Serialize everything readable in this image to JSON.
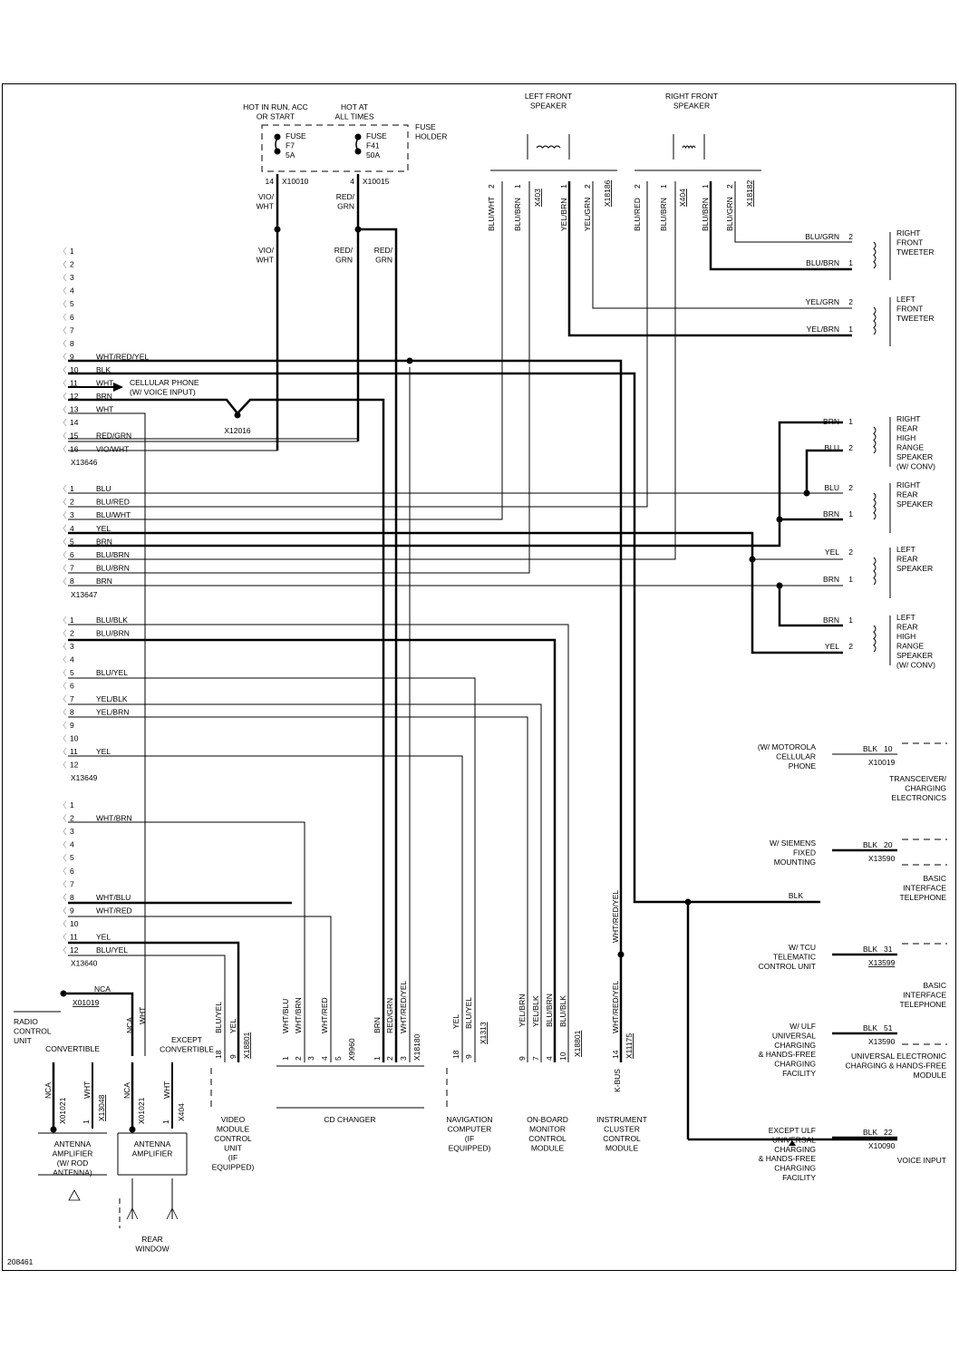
{
  "figure_id": "208461",
  "fuse_holder": {
    "label": [
      "FUSE",
      "HOLDER"
    ],
    "fuses": [
      {
        "heading": [
          "HOT IN RUN, ACC",
          "OR START"
        ],
        "name": [
          "FUSE",
          "F7",
          "5A"
        ],
        "pin": "14",
        "connector": "X10010",
        "wire": [
          "VIO/",
          "WHT"
        ]
      },
      {
        "heading": [
          "HOT AT",
          "ALL TIMES"
        ],
        "name": [
          "FUSE",
          "F41",
          "50A"
        ],
        "pin": "4",
        "connector": "X10015",
        "wire": [
          "RED/",
          "GRN"
        ]
      }
    ],
    "branch_labels": [
      [
        "VIO/",
        "WHT"
      ],
      [
        "RED/",
        "GRN"
      ],
      [
        "RED/",
        "GRN"
      ]
    ]
  },
  "speakers_front": [
    {
      "title": [
        "LEFT FRONT",
        "SPEAKER"
      ],
      "pins": [
        {
          "wire": "BLU/WHT",
          "pin": "2"
        },
        {
          "wire": "BLU/BRN",
          "pin": "1"
        },
        {
          "connector": "X403"
        },
        {
          "wire": "YEL/BRN",
          "pin": "1"
        },
        {
          "wire": "YEL/GRN",
          "pin": "2"
        },
        {
          "connector": "X18186"
        }
      ]
    },
    {
      "title": [
        "RIGHT FRONT",
        "SPEAKER"
      ],
      "pins": [
        {
          "wire": "BLU/RED",
          "pin": "2"
        },
        {
          "wire": "BLU/BRN",
          "pin": "1"
        },
        {
          "connector": "X404"
        },
        {
          "wire": "BLU/BRN",
          "pin": "1"
        },
        {
          "wire": "BLU/GRN",
          "pin": "2"
        },
        {
          "connector": "X18182"
        }
      ]
    }
  ],
  "tweeters": [
    {
      "title": [
        "RIGHT",
        "FRONT",
        "TWEETER"
      ],
      "pins": [
        {
          "wire": "BLU/GRN",
          "pin": "2"
        },
        {
          "wire": "BLU/BRN",
          "pin": "1"
        }
      ]
    },
    {
      "title": [
        "LEFT",
        "FRONT",
        "TWEETER"
      ],
      "pins": [
        {
          "wire": "YEL/GRN",
          "pin": "2"
        },
        {
          "wire": "YEL/BRN",
          "pin": "1"
        }
      ]
    }
  ],
  "rear_speakers": [
    {
      "title": [
        "RIGHT",
        "REAR",
        "HIGH",
        "RANGE",
        "SPEAKER",
        "(W/ CONV)"
      ],
      "pins": [
        {
          "wire": "BRN",
          "pin": "1"
        },
        {
          "wire": "BLU",
          "pin": "2"
        }
      ]
    },
    {
      "title": [
        "RIGHT",
        "REAR",
        "SPEAKER"
      ],
      "pins": [
        {
          "wire": "BLU",
          "pin": "2"
        },
        {
          "wire": "BRN",
          "pin": "1"
        }
      ]
    },
    {
      "title": [
        "LEFT",
        "REAR",
        "SPEAKER"
      ],
      "pins": [
        {
          "wire": "YEL",
          "pin": "2"
        },
        {
          "wire": "BRN",
          "pin": "1"
        }
      ]
    },
    {
      "title": [
        "LEFT",
        "REAR",
        "HIGH",
        "RANGE",
        "SPEAKER",
        "(W/ CONV)"
      ],
      "pins": [
        {
          "wire": "BRN",
          "pin": "1"
        },
        {
          "wire": "YEL",
          "pin": "2"
        }
      ]
    }
  ],
  "connectors": [
    {
      "id": "X13646",
      "pins": [
        {
          "n": "1",
          "w": ""
        },
        {
          "n": "2",
          "w": ""
        },
        {
          "n": "3",
          "w": ""
        },
        {
          "n": "4",
          "w": ""
        },
        {
          "n": "5",
          "w": ""
        },
        {
          "n": "6",
          "w": ""
        },
        {
          "n": "7",
          "w": ""
        },
        {
          "n": "8",
          "w": ""
        },
        {
          "n": "9",
          "w": "WHT/RED/YEL"
        },
        {
          "n": "10",
          "w": "BLK"
        },
        {
          "n": "11",
          "w": "WHT"
        },
        {
          "n": "12",
          "w": "BRN"
        },
        {
          "n": "13",
          "w": "WHT"
        },
        {
          "n": "14",
          "w": ""
        },
        {
          "n": "15",
          "w": "RED/GRN"
        },
        {
          "n": "16",
          "w": "VIO/WHT"
        }
      ]
    },
    {
      "id": "X13647",
      "pins": [
        {
          "n": "1",
          "w": "BLU"
        },
        {
          "n": "2",
          "w": "BLU/RED"
        },
        {
          "n": "3",
          "w": "BLU/WHT"
        },
        {
          "n": "4",
          "w": "YEL"
        },
        {
          "n": "5",
          "w": "BRN"
        },
        {
          "n": "6",
          "w": "BLU/BRN"
        },
        {
          "n": "7",
          "w": "BLU/BRN"
        },
        {
          "n": "8",
          "w": "BRN"
        }
      ]
    },
    {
      "id": "X13649",
      "pins": [
        {
          "n": "1",
          "w": "BLU/BLK"
        },
        {
          "n": "2",
          "w": "BLU/BRN"
        },
        {
          "n": "3",
          "w": ""
        },
        {
          "n": "4",
          "w": ""
        },
        {
          "n": "5",
          "w": "BLU/YEL"
        },
        {
          "n": "6",
          "w": ""
        },
        {
          "n": "7",
          "w": "YEL/BLK"
        },
        {
          "n": "8",
          "w": "YEL/BRN"
        },
        {
          "n": "9",
          "w": ""
        },
        {
          "n": "10",
          "w": ""
        },
        {
          "n": "11",
          "w": "YEL"
        },
        {
          "n": "12",
          "w": ""
        }
      ]
    },
    {
      "id": "X13640",
      "pins": [
        {
          "n": "1",
          "w": ""
        },
        {
          "n": "2",
          "w": "WHT/BRN"
        },
        {
          "n": "3",
          "w": ""
        },
        {
          "n": "4",
          "w": ""
        },
        {
          "n": "5",
          "w": ""
        },
        {
          "n": "6",
          "w": ""
        },
        {
          "n": "7",
          "w": ""
        },
        {
          "n": "8",
          "w": "WHT/BLU"
        },
        {
          "n": "9",
          "w": "WHT/RED"
        },
        {
          "n": "10",
          "w": ""
        },
        {
          "n": "11",
          "w": "YEL"
        },
        {
          "n": "12",
          "w": "BLU/YEL"
        }
      ]
    }
  ],
  "cellular_note": [
    "CELLULAR PHONE",
    "(W/ VOICE INPUT)"
  ],
  "splice": "X12016",
  "radio": {
    "label": [
      "RADIO",
      "CONTROL",
      "UNIT"
    ],
    "nca_label": "NCA",
    "connector": "X01019",
    "convertible": "CONVERTIBLE",
    "except_convertible": [
      "EXCEPT",
      "CONVERTIBLE"
    ],
    "wht_label": "WHT"
  },
  "antennas": [
    {
      "title": [
        "ANTENNA",
        "AMPLIFIER",
        "(W/ ROD",
        "ANTENNA)"
      ],
      "wires": [
        "NCA",
        "WHT"
      ],
      "connectors": [
        "X01021",
        "X13048"
      ],
      "pin": "1"
    },
    {
      "title": [
        "ANTENNA",
        "AMPLIFIER"
      ],
      "wires": [
        "NCA",
        "WHT"
      ],
      "connectors": [
        "X01021",
        "X404"
      ],
      "pin": "1"
    }
  ],
  "rear_window": [
    "REAR",
    "WINDOW"
  ],
  "bottom_modules": [
    {
      "title": [
        "VIDEO",
        "MODULE",
        "CONTROL",
        "UNIT",
        "(IF",
        "EQUIPPED)"
      ],
      "pins": [
        {
          "n": "18",
          "w": "BLU/YEL"
        },
        {
          "n": "9",
          "w": "YEL"
        }
      ],
      "connector": "X18801"
    },
    {
      "title": [
        "CD CHANGER"
      ],
      "pins": [
        {
          "n": "1",
          "w": "WHT/BLU"
        },
        {
          "n": "2",
          "w": "WHT/BRN"
        },
        {
          "n": "3",
          "w": ""
        },
        {
          "n": "4",
          "w": "WHT/RED"
        },
        {
          "n": "5",
          "w": ""
        }
      ],
      "connector": "X9960",
      "pins2": [
        {
          "n": "1",
          "w": "BRN"
        },
        {
          "n": "2",
          "w": "RED/GRN"
        },
        {
          "n": "3",
          "w": "WHT/RED/YEL"
        }
      ],
      "connector2": "X18180"
    },
    {
      "title": [
        "NAVIGATION",
        "COMPUTER",
        "(IF",
        "EQUIPPED)"
      ],
      "pins": [
        {
          "n": "18",
          "w": "YEL"
        },
        {
          "n": "9",
          "w": "BLU/YEL"
        }
      ],
      "connector": "X1313"
    },
    {
      "title": [
        "ON-BOARD",
        "MONITOR",
        "CONTROL",
        "MODULE"
      ],
      "pins": [
        {
          "n": "9",
          "w": "YEL/BRN"
        },
        {
          "n": "7",
          "w": "YEL/BLK"
        },
        {
          "n": "4",
          "w": "BLU/BRN"
        },
        {
          "n": "10",
          "w": "BLU/BLK"
        }
      ],
      "connector": "X18801"
    },
    {
      "title": [
        "INSTRUMENT",
        "CLUSTER",
        "CONTROL",
        "MODULE"
      ],
      "pins": [
        {
          "n": "14",
          "w": "WHT/RED/YEL"
        }
      ],
      "connector": "X11175",
      "sub": "K-BUS"
    }
  ],
  "cluster_wire_labels": [
    "WHT/RED/YEL",
    "WHT/RED/YEL"
  ],
  "blk_bus_label": "BLK",
  "telephone_options": [
    {
      "condition": [
        "(W/ MOTOROLA",
        "CELLULAR",
        "PHONE"
      ],
      "wire": "BLK",
      "pin": "10",
      "connector": "X10019",
      "target": [
        "TRANSCEIVER/",
        "CHARGING",
        "ELECTRONICS"
      ]
    },
    {
      "condition": [
        "W/ SIEMENS",
        "FIXED",
        "MOUNTING"
      ],
      "wire": "BLK",
      "pin": "20",
      "connector": "X13590",
      "target": [
        "BASIC",
        "INTERFACE",
        "TELEPHONE"
      ]
    },
    {
      "condition": [
        "W/ TCU",
        "TELEMATIC",
        "CONTROL UNIT"
      ],
      "wire": "BLK",
      "pin": "31",
      "connector": "X13599",
      "target": [
        "BASIC",
        "INTERFACE",
        "TELEPHONE"
      ]
    },
    {
      "condition": [
        "W/ ULF",
        "UNIVERSAL",
        "CHARGING",
        "& HANDS-FREE",
        "CHARGING",
        "FACILITY"
      ],
      "wire": "BLK",
      "pin": "51",
      "connector": "X13590",
      "target": [
        "UNIVERSAL ELECTRONIC",
        "CHARGING & HANDS-FREE",
        "MODULE"
      ]
    },
    {
      "condition": [
        "EXCEPT ULF",
        "UNIVERSAL",
        "CHARGING",
        "& HANDS-FREE",
        "CHARGING",
        "FACILITY"
      ],
      "wire": "BLK",
      "pin": "22",
      "connector": "X10090",
      "target": [
        "VOICE INPUT"
      ]
    }
  ]
}
